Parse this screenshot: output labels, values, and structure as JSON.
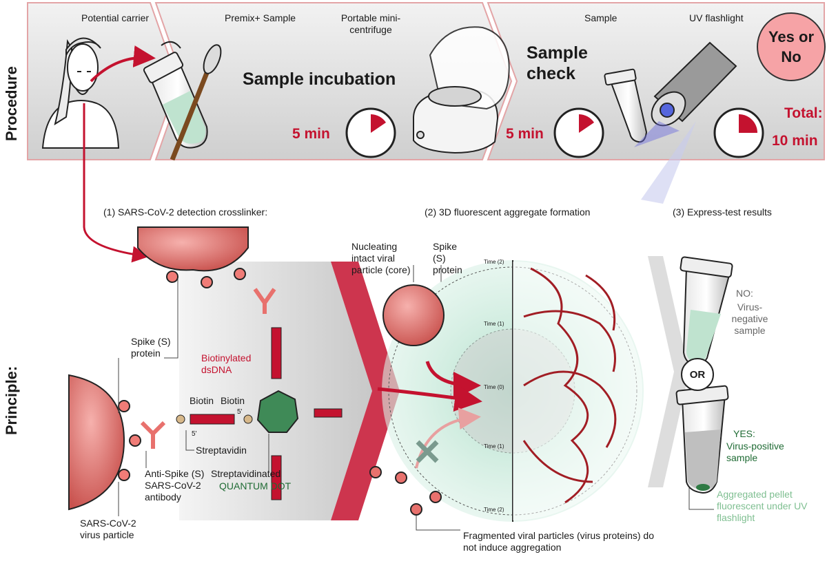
{
  "procedure": {
    "side_label": "Procedure",
    "potential_carrier": "Potential carrier",
    "premix_sample": "Premix+ Sample",
    "portable_centrifuge": "Portable mini-centrifuge",
    "sample_incubation": "Sample incubation",
    "time_incubation": "5 min",
    "sample_check": "Sample check",
    "time_check": "5 min",
    "sample": "Sample",
    "uv_flashlight": "UV flashlight",
    "yes_or_no": "Yes or No",
    "total_label": "Total:",
    "total_time": "10 min"
  },
  "principle": {
    "side_label": "Principle:",
    "step1": "(1) SARS-CoV-2 detection crosslinker:",
    "step2": "(2) 3D fluorescent aggregate formation",
    "step3": "(3) Express-test results",
    "spike_protein": "Spike (S) protein",
    "biotinylated": "Biotinylated dsDNA",
    "biotin_left": "Biotin",
    "biotin_right": "Biotin",
    "prime_a": "5'",
    "prime_b": "5'",
    "streptavidin": "Streptavidin",
    "anti_spike": "Anti-Spike (S) SARS-CoV-2 antibody",
    "strep_qd": "Streptavidinated",
    "quantum_dot": "QUANTUM DOT",
    "virus_particle": "SARS-CoV-2 virus particle",
    "nucleating": "Nucleating intact viral particle (core)",
    "spike_protein2": "Spike (S) protein",
    "time2_top": "Time (2)",
    "time1_top": "Time (1)",
    "time0": "Time (0)",
    "time1_bottom": "Time (1)",
    "time2_bottom": "Time (2)",
    "fragmented": "Fragmented viral particles (virus proteins) do not induce aggregation",
    "no_label": "NO:",
    "no_desc": "Virus-negative sample",
    "or": "OR",
    "yes_label": "YES:",
    "yes_desc": "Virus-positive sample",
    "pellet": "Aggregated pellet fluorescent under UV flashlight"
  },
  "colors": {
    "accent_red": "#c4122f",
    "virus_pink": "#e8716d",
    "quantum_dot_green": "#3f8a57",
    "band_gray": "#dcdcdc",
    "glow_green": "#bfe6d6"
  }
}
